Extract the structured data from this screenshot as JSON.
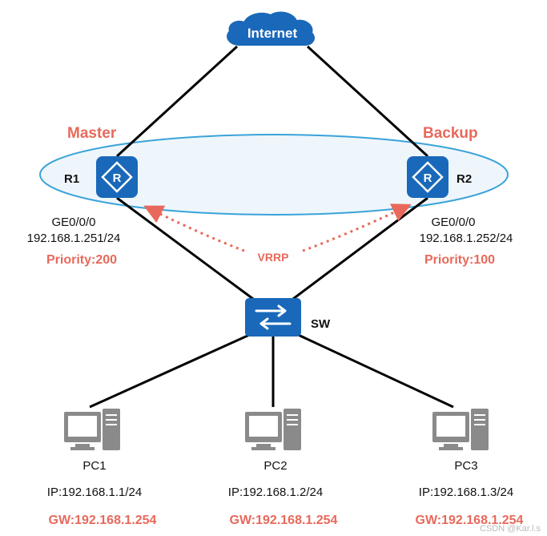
{
  "internet": {
    "label": "Internet"
  },
  "routers": [
    {
      "id": "R1",
      "role": "Master",
      "interface": "GE0/0/0",
      "ip": "192.168.1.251/24",
      "priority": "Priority:200"
    },
    {
      "id": "R2",
      "role": "Backup",
      "interface": "GE0/0/0",
      "ip": "192.168.1.252/24",
      "priority": "Priority:100"
    }
  ],
  "protocol": "VRRP",
  "switch": {
    "label": "SW"
  },
  "pcs": [
    {
      "name": "PC1",
      "ip": "IP:192.168.1.1/24",
      "gw": "GW:192.168.1.254"
    },
    {
      "name": "PC2",
      "ip": "IP:192.168.1.2/24",
      "gw": "GW:192.168.1.254"
    },
    {
      "name": "PC3",
      "ip": "IP:192.168.1.3/24",
      "gw": "GW:192.168.1.254"
    }
  ],
  "watermark": "CSDN @Kar.l.s",
  "colors": {
    "device_blue": "#1a68b9",
    "accent_red": "#e8695b",
    "ellipse_stroke": "#3aa3d8",
    "ellipse_fill": "#eef6fc",
    "pc_gray": "#8a8a8a"
  }
}
